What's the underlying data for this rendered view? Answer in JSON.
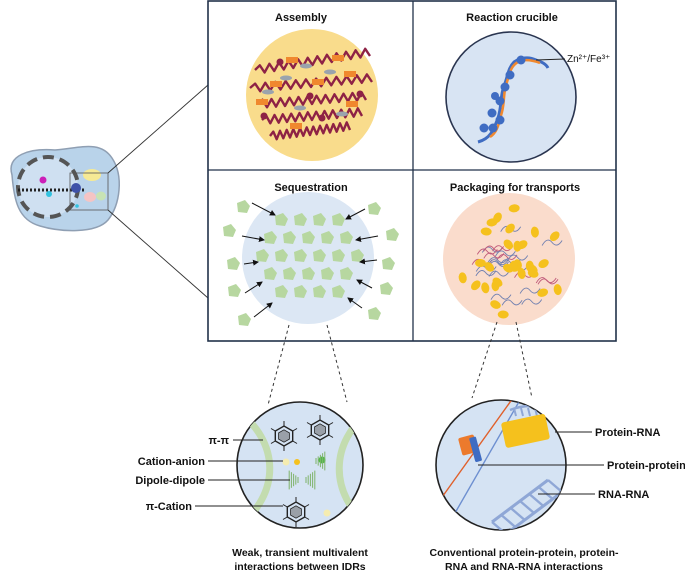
{
  "panels": {
    "assembly": {
      "title": "Assembly"
    },
    "reaction": {
      "title": "Reaction crucible",
      "ion_label": "Zn²⁺/Fe³⁺"
    },
    "sequestration": {
      "title": "Sequestration"
    },
    "packaging": {
      "title": "Packaging for transports"
    }
  },
  "weak_interactions": {
    "labels": [
      "π-π",
      "Cation-anion",
      "Dipole-dipole",
      "π-Cation"
    ],
    "caption_line1": "Weak, transient multivalent",
    "caption_line2": "interactions between IDRs"
  },
  "conventional_interactions": {
    "labels": [
      "Protein-RNA",
      "Protein-protein",
      "RNA-RNA"
    ],
    "caption_line1": "Conventional protein-protein, protein-",
    "caption_line2": "RNA and RNA-RNA interactions"
  },
  "colors": {
    "assembly_bg": "#f9dc8c",
    "reaction_bg": "#d8e4f3",
    "sequestration_bg": "#dce7f4",
    "packaging_bg": "#fadccc",
    "green": "#b7d7a0",
    "orange": "#f0882e",
    "yellow": "#f5c11d",
    "blue": "#3f6cc2",
    "maroon": "#8e2245",
    "cell": "#b9d3ea"
  }
}
